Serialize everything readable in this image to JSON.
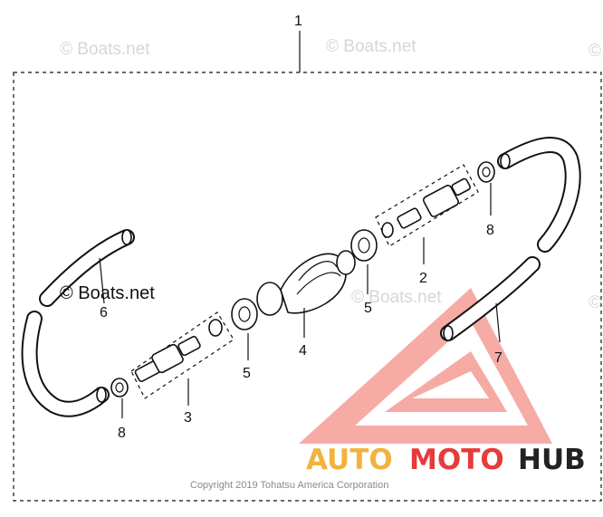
{
  "diagram": {
    "callouts": {
      "c1": "1",
      "c2": "2",
      "c3": "3",
      "c4": "4",
      "c5a": "5",
      "c5b": "5",
      "c6": "6",
      "c7": "7",
      "c8a": "8",
      "c8b": "8"
    },
    "watermarks": {
      "wm1": "© Boats.net",
      "wm2": "© Boats.net",
      "wm3": "© Boats.net",
      "wm4": "© Boats.net",
      "wm5": "©",
      "wm_center": "© Boats.net"
    },
    "copyright": "Copyright 2019 Tohatsu America Corporation",
    "brand": {
      "part1": "AUTO",
      "part2": "MOTO",
      "part3": "HUB",
      "colors": {
        "auto": "#f3b23d",
        "moto": "#e83a3a",
        "hub": "#222222",
        "logo_red": "#f07070"
      }
    }
  }
}
